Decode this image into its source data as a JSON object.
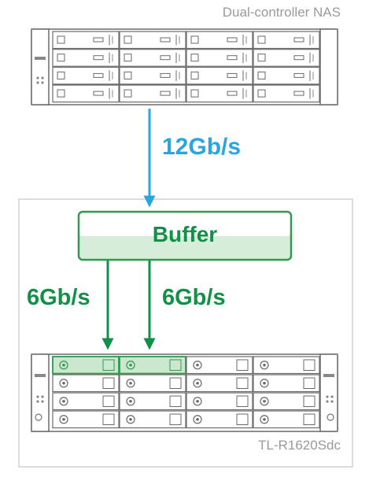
{
  "labels": {
    "nas_name": "Dual-controller NAS",
    "link_top_speed": "12Gb/s",
    "buffer": "Buffer",
    "link_left_speed": "6Gb/s",
    "link_right_speed": "6Gb/s",
    "jbod_name": "TL-R1620Sdc"
  },
  "colors": {
    "blue_link": "#2aa6de",
    "green_link": "#129048",
    "buffer_fill": "#d6eed9",
    "highlight_drive": "#cbe8cf",
    "device_line": "#666666",
    "enclosure_border": "#dcdcdc"
  },
  "devices": {
    "nas": {
      "rows": 4,
      "columns": 4,
      "icon": "drive-tray-icon"
    },
    "jbod": {
      "rows": 4,
      "columns": 4,
      "icon": "drive-tray-icon",
      "highlighted_trays": [
        "row1-col1",
        "row1-col2"
      ]
    }
  }
}
